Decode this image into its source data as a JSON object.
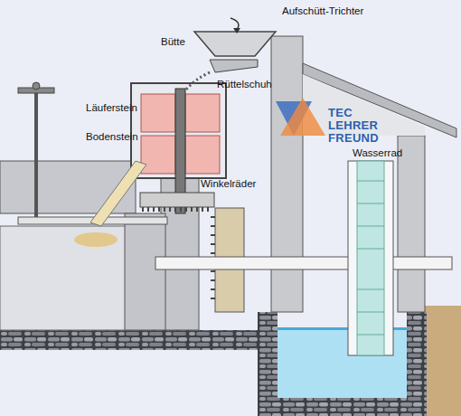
{
  "diagram": {
    "labels": [
      "Aufschütt-Trichter",
      "Bütte",
      "Rüttelschuh",
      "Läuferstein",
      "Bodenstein",
      "Winkelräder",
      "Wasserrad",
      "TEC",
      "LEHRER",
      "FREUND"
    ]
  }
}
